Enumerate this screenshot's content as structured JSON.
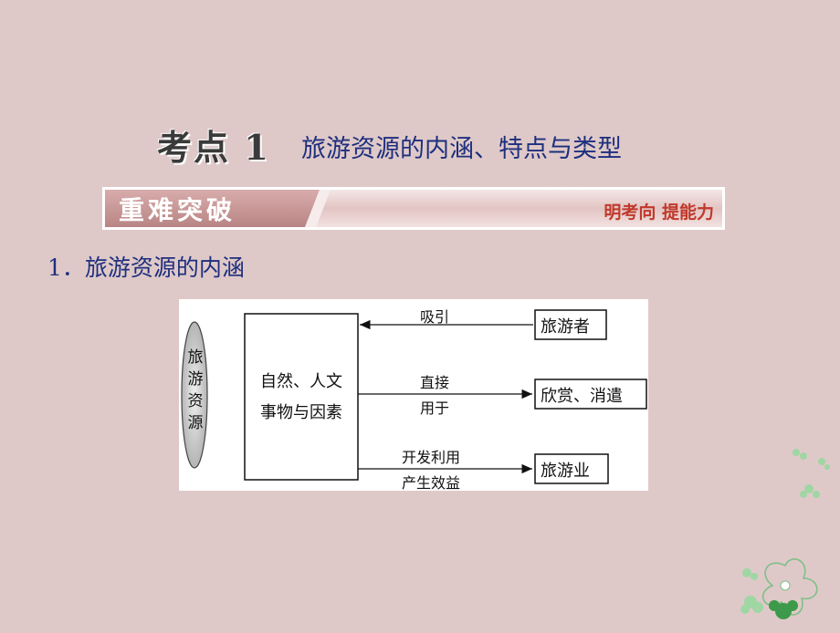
{
  "section": {
    "label": "考点 1",
    "title": "旅游资源的内涵、特点与类型"
  },
  "banner": {
    "left": "重难突破",
    "right": "明考向 提能力",
    "accent": "#c0392b"
  },
  "heading": "1．旅游资源的内涵",
  "diagram": {
    "source": "旅游资源",
    "center_lines": [
      "自然、人文",
      "事物与因素"
    ],
    "edges": {
      "attract": "吸引",
      "direct_1": "直接",
      "direct_2": "用于",
      "develop_1": "开发利用",
      "develop_2": "产生效益"
    },
    "targets": {
      "tourist": "旅游者",
      "enjoy": "欣赏、消遣",
      "industry": "旅游业"
    }
  },
  "colors": {
    "background": "#dfc9c8",
    "title_blue": "#1e2f7e",
    "banner_pink": "#c9a3a2"
  }
}
